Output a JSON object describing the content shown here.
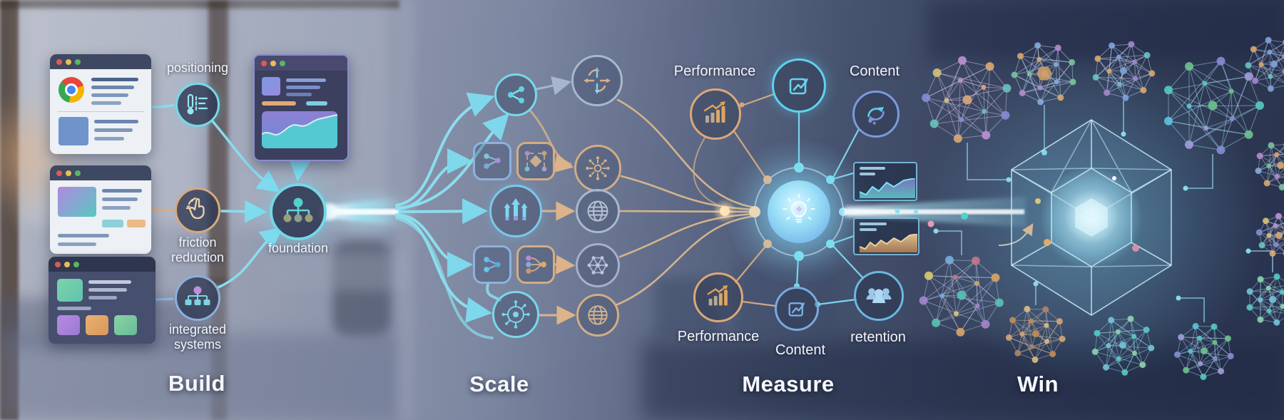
{
  "stage_titles": {
    "build": "Build",
    "scale": "Scale",
    "measure": "Measure",
    "win": "Win"
  },
  "build": {
    "positioning_label": "positioning",
    "friction_label": "friction\nreduction",
    "integrated_label": "integrated\nsystems",
    "foundation_label": "foundation"
  },
  "measure": {
    "performance_top_label": "Performance",
    "content_top_label": "Content",
    "performance_bottom_label": "Performance",
    "content_bottom_label": "Content",
    "retention_label": "retention"
  },
  "icons": {
    "positioning": "thermometer-list-icon",
    "friction": "tap-click-icon",
    "integrated": "org-tree-icon",
    "foundation": "hierarchy-icon",
    "scale_row1": "share-network-icon",
    "scale_row1_target": "expand-arrows-icon",
    "scale_row2_a": "share-nodes-icon",
    "scale_row2_b": "diamond-network-icon",
    "scale_row2_target": "hub-spoke-icon",
    "scale_row3": "growth-arrows-icon",
    "scale_row3_target": "globe-icon",
    "scale_row4_a": "share-nodes-icon",
    "scale_row4_b": "branch-merge-icon",
    "scale_row4_target": "polygon-network-icon",
    "scale_row5": "gear-hub-icon",
    "scale_row5_target": "globe-icon",
    "performance": "bar-chart-rise-icon",
    "content": "chart-box-arrow-icon",
    "content_cycle": "refresh-cycle-icon",
    "retention": "people-group-icon",
    "hub": "lightbulb-icon"
  },
  "colors": {
    "accent_cyan": "#74d6ea",
    "accent_orange": "#ddab7e",
    "accent_blue": "#86a8dc",
    "deep_navy": "#2b3550",
    "label_text": "#f3f5f9"
  }
}
